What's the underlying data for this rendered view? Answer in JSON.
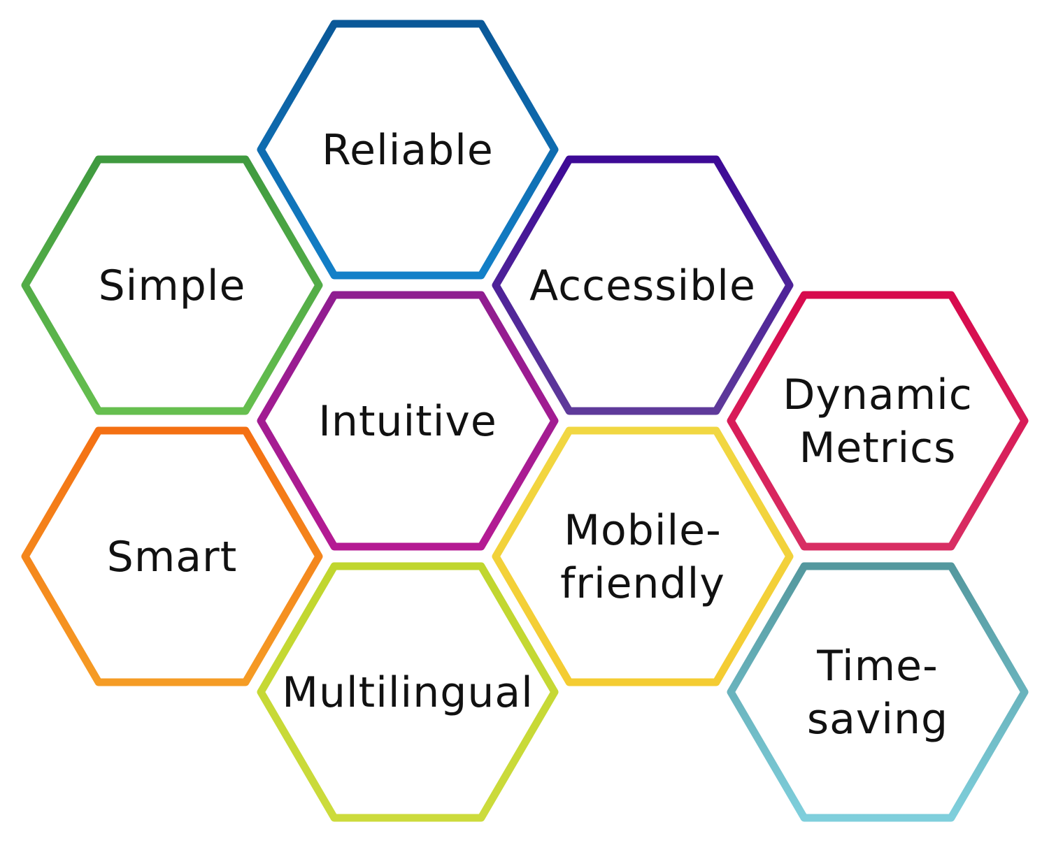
{
  "hexagons": [
    {
      "id": "simple",
      "lines": [
        "Simple"
      ],
      "gradient": [
        "#3f9a3f",
        "#66bf4f"
      ]
    },
    {
      "id": "reliable",
      "lines": [
        "Reliable"
      ],
      "gradient": [
        "#0a5898",
        "#1380c8"
      ]
    },
    {
      "id": "accessible",
      "lines": [
        "Accessible"
      ],
      "gradient": [
        "#3d0a96",
        "#5e3a9a"
      ]
    },
    {
      "id": "intuitive",
      "lines": [
        "Intuitive"
      ],
      "gradient": [
        "#8f1d90",
        "#b51b93"
      ]
    },
    {
      "id": "dynamic-metrics",
      "lines": [
        "Dynamic",
        "Metrics"
      ],
      "gradient": [
        "#d70a4d",
        "#d82e63"
      ]
    },
    {
      "id": "smart",
      "lines": [
        "Smart"
      ],
      "gradient": [
        "#f47013",
        "#f59c25"
      ]
    },
    {
      "id": "mobile-friendly",
      "lines": [
        "Mobile-",
        "friendly"
      ],
      "gradient": [
        "#f1d742",
        "#f4cc32"
      ]
    },
    {
      "id": "multilingual",
      "lines": [
        "Multilingual"
      ],
      "gradient": [
        "#c0d62e",
        "#ccdb3c"
      ]
    },
    {
      "id": "time-saving",
      "lines": [
        "Time-",
        "saving"
      ],
      "gradient": [
        "#54989e",
        "#7fcfdc"
      ]
    }
  ]
}
